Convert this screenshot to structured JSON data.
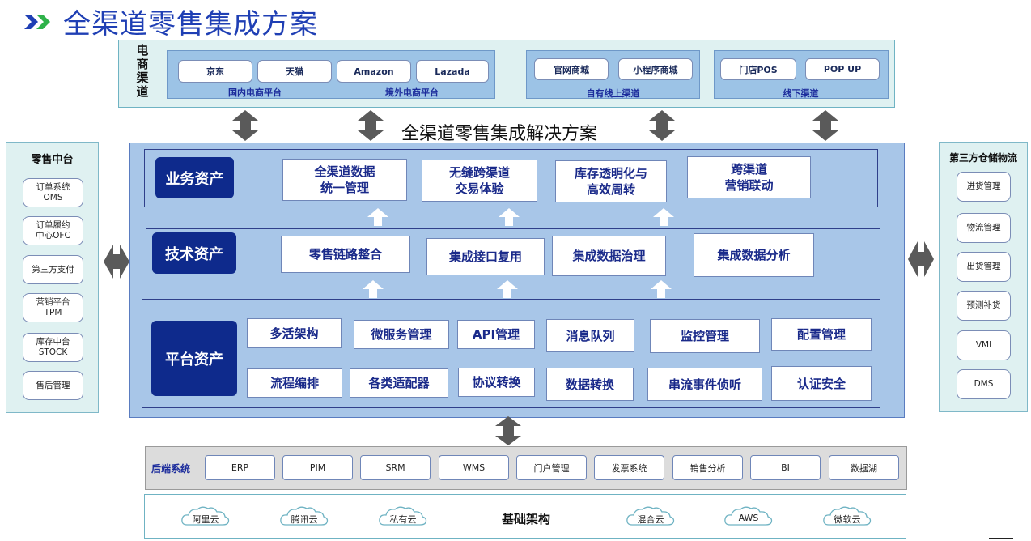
{
  "title": "全渠道零售集成方案",
  "channels": {
    "heading": "电商渠道",
    "groups": [
      {
        "items": [
          "京东",
          "天猫"
        ],
        "label": "国内电商平台"
      },
      {
        "items": [
          "Amazon",
          "Lazada"
        ],
        "label": "境外电商平台"
      },
      {
        "items": [
          "官网商城",
          "小程序商城"
        ],
        "label": "自有线上渠道"
      },
      {
        "items": [
          "门店POS",
          "POP UP"
        ],
        "label": "线下渠道"
      }
    ]
  },
  "solution_title": "全渠道零售集成解决方案",
  "left_panel": {
    "heading": "零售中台",
    "items": [
      "订单系统\nOMS",
      "订单履约\n中心OFC",
      "第三方支付",
      "营销平台\nTPM",
      "库存中台\nSTOCK",
      "售后管理"
    ]
  },
  "right_panel": {
    "heading": "第三方仓储物流",
    "items": [
      "进货管理",
      "物流管理",
      "出货管理",
      "预测补货",
      "VMI",
      "DMS"
    ]
  },
  "business": {
    "label": "业务资产",
    "items": [
      "全渠道数据\n统一管理",
      "无缝跨渠道\n交易体验",
      "库存透明化与\n高效周转",
      "跨渠道\n营销联动"
    ]
  },
  "technical": {
    "label": "技术资产",
    "items": [
      "零售链路整合",
      "集成接口复用",
      "集成数据治理",
      "集成数据分析"
    ]
  },
  "platform": {
    "label": "平台资产",
    "row1": [
      "多活架构",
      "微服务管理",
      "API管理",
      "消息队列",
      "监控管理",
      "配置管理"
    ],
    "row2": [
      "流程编排",
      "各类适配器",
      "协议转换",
      "数据转换",
      "串流事件侦听",
      "认证安全"
    ]
  },
  "backend": {
    "label": "后端系统",
    "items": [
      "ERP",
      "PIM",
      "SRM",
      "WMS",
      "门户管理",
      "发票系统",
      "销售分析",
      "BI",
      "数据湖"
    ]
  },
  "infra": {
    "label": "基础架构",
    "clouds": [
      "阿里云",
      "腾讯云",
      "私有云",
      "混合云",
      "AWS",
      "微软云"
    ]
  },
  "colors": {
    "dark_blue": "#0e2a8c",
    "main_blue": "#a8c6e8",
    "teal_band": "#dff1f1",
    "title": "#1f3fb4"
  }
}
